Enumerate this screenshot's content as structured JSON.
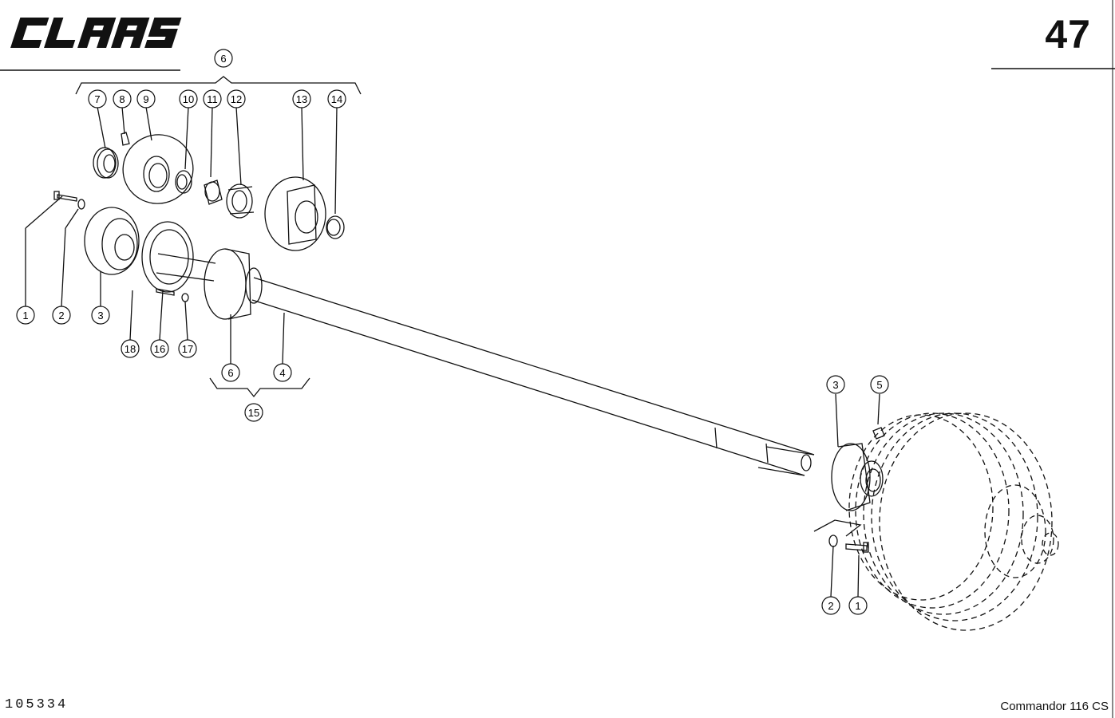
{
  "header": {
    "brand": "CLAAS",
    "page_number": "47"
  },
  "footer": {
    "document_number": "105334",
    "model": "Commandor 116 CS"
  },
  "callouts": {
    "c6a": "6",
    "c7": "7",
    "c8": "8",
    "c9": "9",
    "c10": "10",
    "c11": "11",
    "c12": "12",
    "c13": "13",
    "c14": "14",
    "c1a": "1",
    "c2a": "2",
    "c3a": "3",
    "c18": "18",
    "c16": "16",
    "c17": "17",
    "c6b": "6",
    "c4": "4",
    "c15": "15",
    "c3b": "3",
    "c5": "5",
    "c2b": "2",
    "c1b": "1"
  },
  "colors": {
    "ink": "#111111",
    "paper": "#ffffff"
  }
}
